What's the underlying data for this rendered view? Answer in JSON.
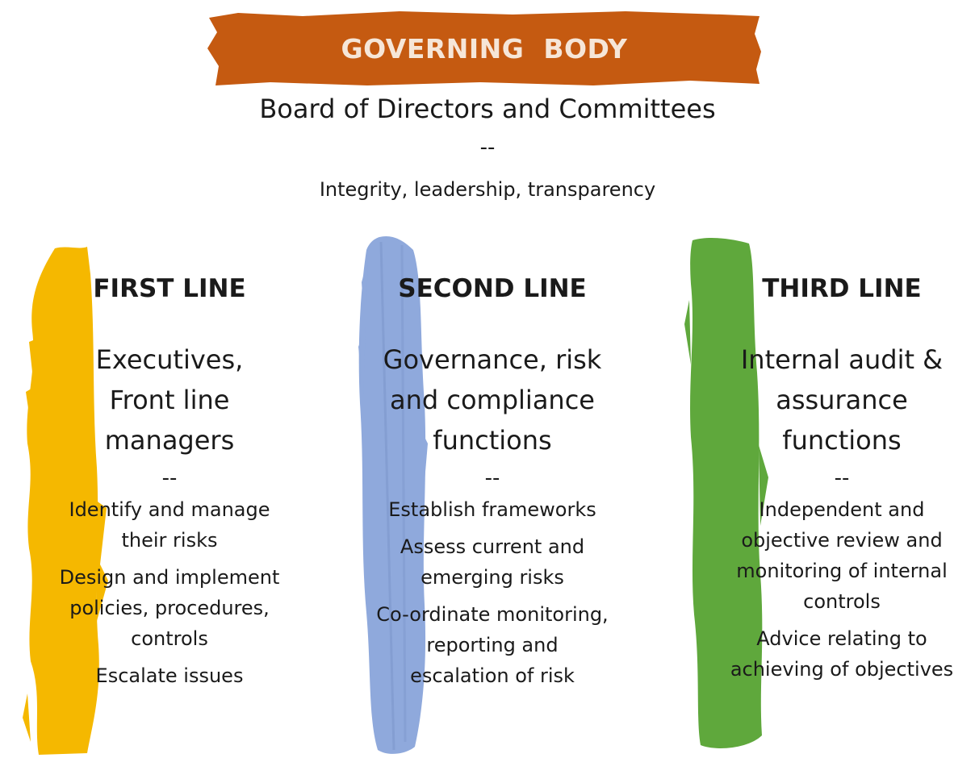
{
  "governing_body": {
    "banner_label": "GOVERNING  BODY",
    "subtitle": "Board of Directors and Committees",
    "separator": "--",
    "values": "Integrity, leadership, transparency",
    "banner_color": "#c55a11"
  },
  "columns": [
    {
      "title": "FIRST LINE",
      "roles_lines": [
        "Executives,",
        "Front line",
        "managers"
      ],
      "separator": "--",
      "items": [
        [
          "Identify and manage",
          "their risks"
        ],
        [
          "Design and implement",
          "policies, procedures,",
          "controls"
        ],
        [
          "Escalate issues"
        ]
      ],
      "stroke_color": "#f5b800"
    },
    {
      "title": "SECOND LINE",
      "roles_lines": [
        "Governance, risk",
        "and compliance",
        "functions"
      ],
      "separator": "--",
      "items": [
        [
          "Establish frameworks"
        ],
        [
          "Assess current and",
          "emerging risks"
        ],
        [
          "Co-ordinate monitoring,",
          "reporting and",
          "escalation of risk"
        ]
      ],
      "stroke_color": "#8fa9dc"
    },
    {
      "title": "THIRD LINE",
      "roles_lines": [
        "Internal audit &",
        "assurance",
        "functions"
      ],
      "separator": "--",
      "items": [
        [
          "Independent and",
          "objective review and",
          "monitoring of internal",
          "controls"
        ],
        [
          "Advice relating to",
          "achieving of objectives"
        ]
      ],
      "stroke_color": "#5fa83c"
    }
  ]
}
